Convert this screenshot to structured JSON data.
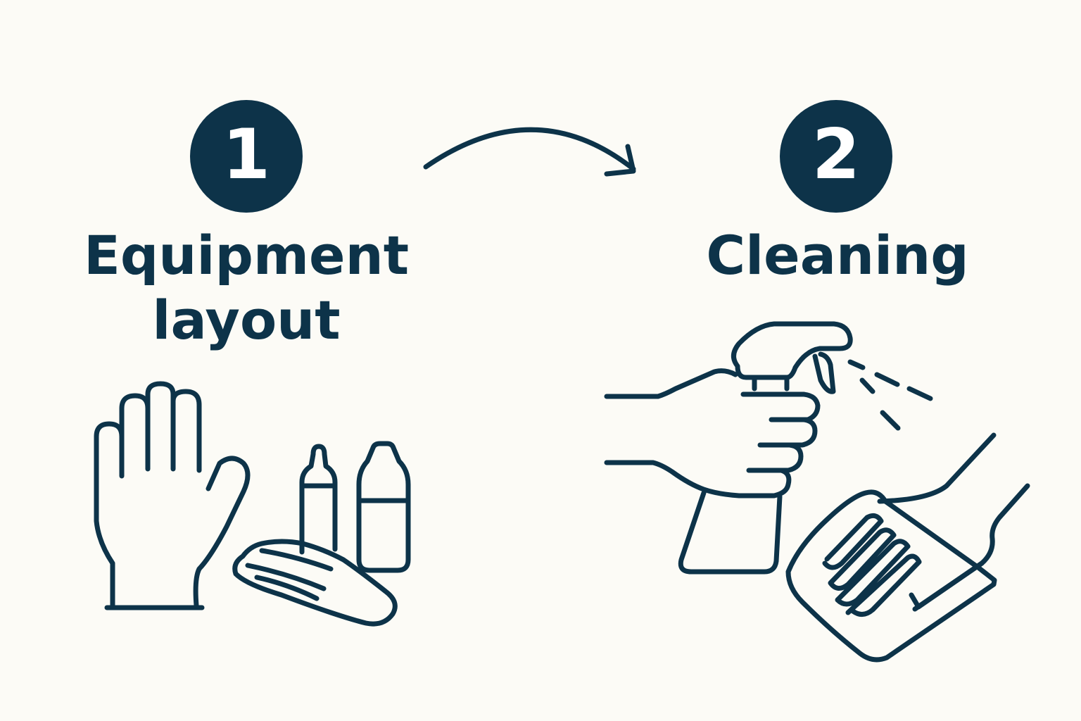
{
  "palette": {
    "background": "#fcfbf6",
    "primary": "#0d3349"
  },
  "steps": [
    {
      "number": "1",
      "title_lines": [
        "Equipment",
        "layout"
      ],
      "icons": [
        "glove-icon",
        "tube-icon",
        "spray-bottle-icon",
        "bare-hand-icon"
      ]
    },
    {
      "number": "2",
      "title_lines": [
        "Cleaning"
      ],
      "icons": [
        "hand-holding-spray-bottle-icon",
        "spray-mist-icon",
        "hand-wiping-cloth-icon"
      ]
    }
  ],
  "connector": {
    "icon": "curved-arrow-icon"
  }
}
